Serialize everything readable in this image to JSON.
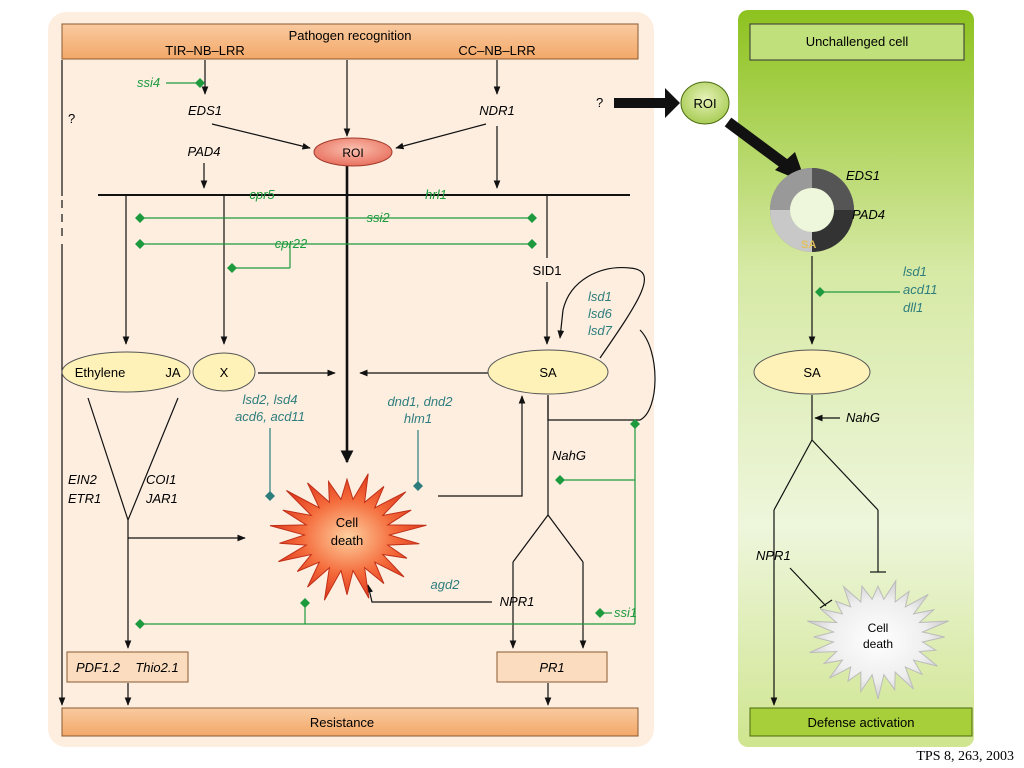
{
  "colors": {
    "panel_left": "#fdeee0",
    "panel_right": "#a6cf3a",
    "box_orange": "#f6b77f",
    "oval_cream": "#fff2b8",
    "roi_pink": "#f08070",
    "roi_green": "#c8e080",
    "green_line": "#1e9a3e",
    "teal_text": "#2e7d7d",
    "burst_red": "#f05030"
  },
  "left_panel": {
    "header": "Pathogen recognition",
    "tir": "TIR–NB–LRR",
    "cc": "CC–NB–LRR",
    "ssi4": "ssi4",
    "eds1": "EDS1",
    "ndr1": "NDR1",
    "pad4": "PAD4",
    "roi": "ROI",
    "question": "?",
    "cpr5": "cpr5",
    "hrl1": "hrl1",
    "ssi2": "ssi2",
    "cpr22": "cpr22",
    "sid1": "SID1",
    "lsd_group": [
      "lsd1",
      "lsd6",
      "lsd7"
    ],
    "ethylene": "Ethylene",
    "ja": "JA",
    "x": "X",
    "sa": "SA",
    "lsd2": "lsd2, lsd4",
    "acd6": "acd6, acd11",
    "dnd": "dnd1, dnd2",
    "hlm1": "hlm1",
    "nahg": "NahG",
    "ein2": "EIN2",
    "etr1": "ETR1",
    "coi1": "COI1",
    "jar1": "JAR1",
    "cell": "Cell",
    "death": "death",
    "agd2": "agd2",
    "npr1": "NPR1",
    "ssi1": "ssi1",
    "pdf": "PDF1.2",
    "thio": "Thio2.1",
    "pr1": "PR1",
    "resistance": "Resistance"
  },
  "middle": {
    "question": "?",
    "roi": "ROI"
  },
  "right_panel": {
    "header": "Unchallenged cell",
    "eds1": "EDS1",
    "pad4": "PAD4",
    "sa_cycle": "SA",
    "mutants": [
      "lsd1",
      "acd11",
      "dll1"
    ],
    "sa": "SA",
    "nahg": "NahG",
    "npr1": "NPR1",
    "cell": "Cell",
    "death": "death",
    "defense": "Defense activation"
  },
  "citation": "TPS 8, 263, 2003"
}
